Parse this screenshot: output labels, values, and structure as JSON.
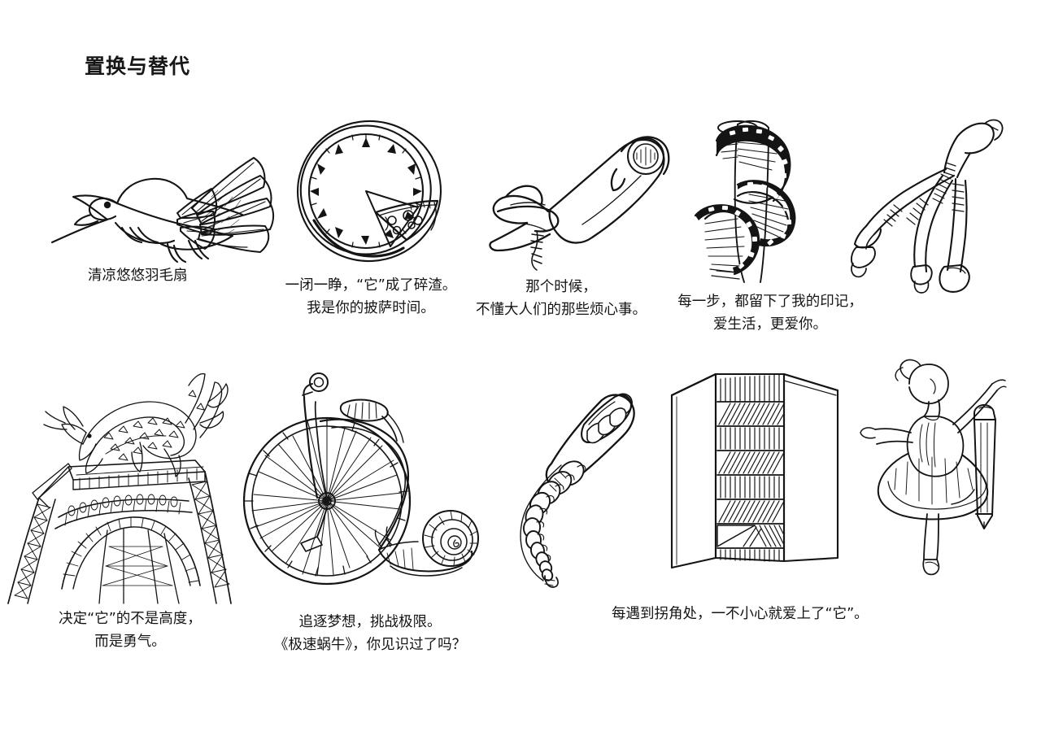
{
  "page": {
    "title": "置换与替代",
    "background_color": "#ffffff",
    "ink_color": "#141414"
  },
  "illustrations": [
    {
      "id": "dove-feather-fan",
      "name": "清凉悠悠羽毛扇",
      "description": "白鸽的尾羽化作羽毛扇",
      "objects": [
        "鸽子",
        "羽毛扇"
      ]
    },
    {
      "id": "clock-pizza",
      "name": "钟表披萨",
      "description": "时钟表盘切出一块披萨",
      "objects": [
        "钟表",
        "披萨"
      ]
    },
    {
      "id": "phone-lips",
      "name": "电话嘴唇",
      "description": "电话听筒与嘴唇结合",
      "objects": [
        "电话听筒",
        "嘴唇"
      ]
    },
    {
      "id": "film-staircase",
      "name": "胶片旋转楼梯",
      "description": "电影胶片盘旋而上成为旋转楼梯",
      "objects": [
        "电影胶片",
        "旋转楼梯"
      ]
    },
    {
      "id": "cable-splitter",
      "name": "数据线分叉",
      "description": "一根数据线分叉成多个接口",
      "objects": [
        "数据线",
        "接口"
      ]
    },
    {
      "id": "eiffel-dragon",
      "name": "埃菲尔铁塔与中国龙",
      "description": "埃菲尔铁塔顶端盘踞着一条中国龙",
      "objects": [
        "埃菲尔铁塔",
        "中国龙"
      ]
    },
    {
      "id": "bicycle-snail",
      "name": "自行车蜗牛",
      "description": "老式自行车的后部化作蜗牛",
      "objects": [
        "自行车",
        "蜗牛"
      ]
    },
    {
      "id": "spine-zipper",
      "name": "脊椎拉链",
      "description": "脊椎骨化作拉链",
      "objects": [
        "脊椎",
        "拉链"
      ]
    },
    {
      "id": "corner-bookshelf",
      "name": "转角书架",
      "description": "墙角处的书架摆满书籍",
      "objects": [
        "书架",
        "墙角"
      ]
    },
    {
      "id": "ballerina-pencil",
      "name": "芭蕾舞者与铅笔",
      "description": "芭蕾舞者与自动铅笔",
      "objects": [
        "芭蕾舞者",
        "铅笔"
      ]
    }
  ],
  "captions": {
    "feather_fan": {
      "lines": [
        "清凉悠悠羽毛扇"
      ]
    },
    "clock_pizza": {
      "line1": "一闭一睁，“它”成了碎渣。",
      "line2": "我是你的披萨时间。"
    },
    "phone_lips": {
      "line1": "那个时候，",
      "line2": "不懂大人们的那些烦心事。"
    },
    "film_stairs": {
      "line1": "每一步，都留下了我的印记，",
      "line2": "爱生活，更爱你。"
    },
    "eiffel_dragon": {
      "line1": "决定“它”的不是高度，",
      "line2": "而是勇气。"
    },
    "bicycle_snail": {
      "line1": "追逐梦想，挑战极限。",
      "line2": "《极速蜗牛》，你见识过了吗？"
    },
    "bookshelf_corner": {
      "line1": "每遇到拐角处，一不小心就爱上了“它”。"
    }
  }
}
